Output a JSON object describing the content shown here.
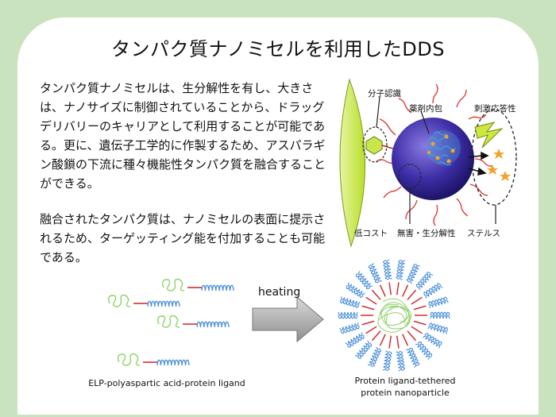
{
  "title": "タンパク質ナノミセルを利用したDDS",
  "body": {
    "paragraph1": "タンパク質ナノミセルは、生分解性を有し、大きさは、ナノサイズに制御されていることから、ドラッグデリバリーのキャリアとして利用することが可能である。更に、遺伝子工学的に作製するため、アスパラギン酸鎖の下流に種々機能性タンパク質を融合することができる。",
    "paragraph2": "融合されたタンパク質は、ナノミセルの表面に提示されるため、ターゲッティング能を付加することも可能である。"
  },
  "diagram": {
    "labels": {
      "molecular_recognition": "分子認識",
      "drug_encapsulation": "薬剤内包",
      "stimulus_response": "刺激応答性",
      "low_cost": "低コスト",
      "harmless_biodegradable": "無害・生分解性",
      "stealth": "ステルス"
    },
    "arrow_label": "heating",
    "left_caption": "ELP-polyaspartic acid-protein ligand",
    "right_caption_line1": "Protein ligand-tethered",
    "right_caption_line2": "protein nanoparticle"
  },
  "colors": {
    "background": "#c9e3bf",
    "card": "#ffffff",
    "elp": "#8fd36a",
    "linker": "#d02020",
    "protein": "#4a90d9",
    "micelle": "#3a2a9a"
  }
}
